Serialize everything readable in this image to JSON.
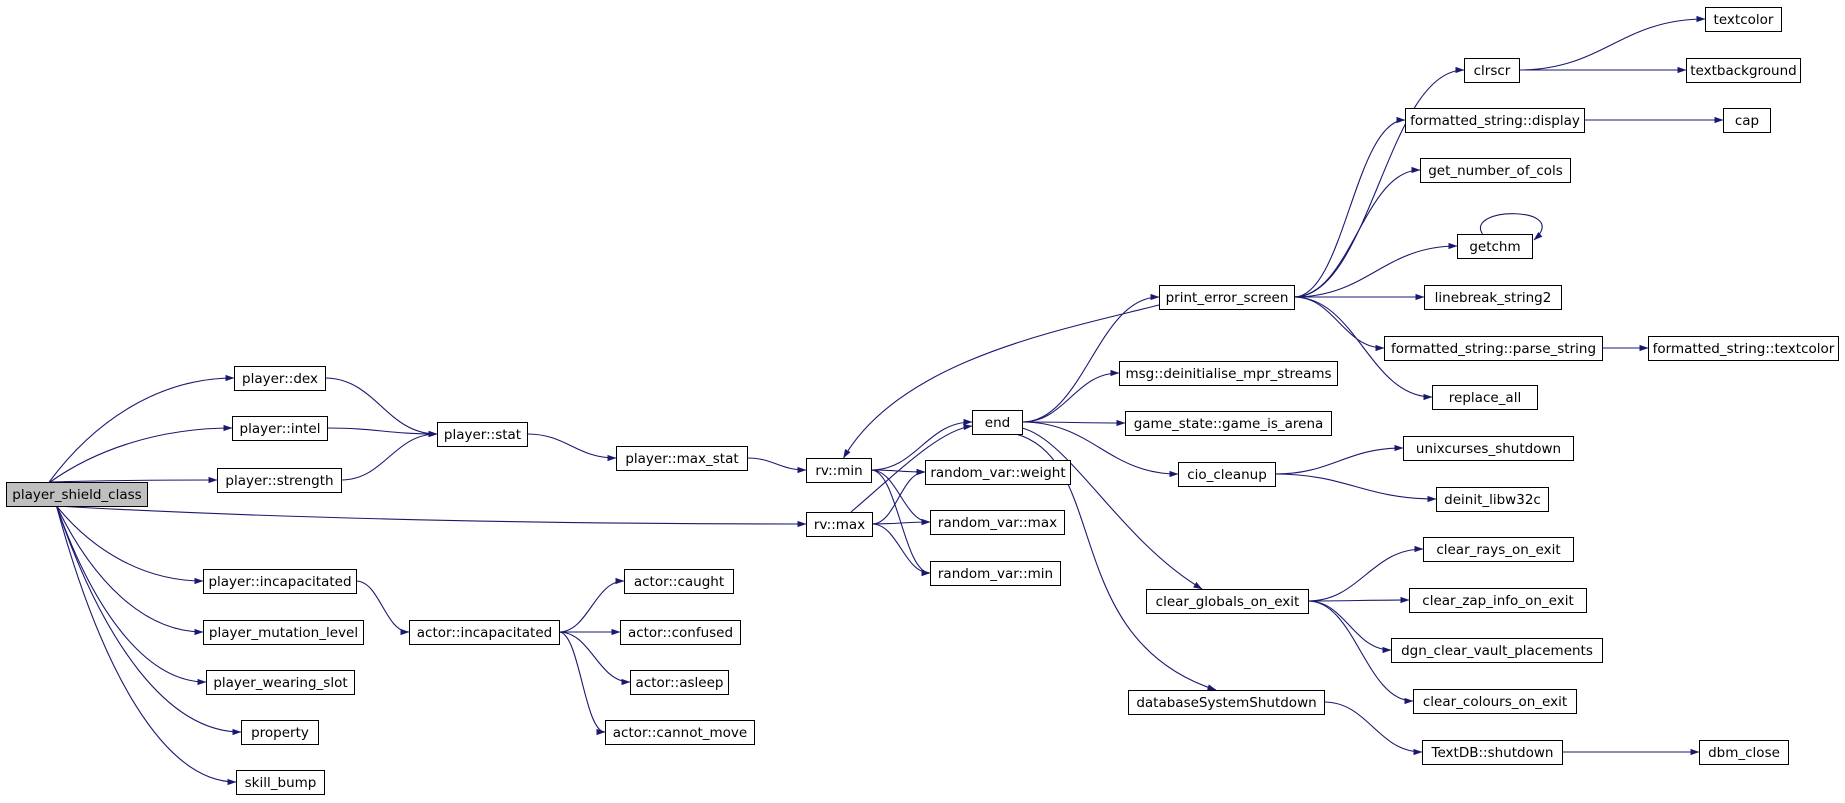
{
  "graph": {
    "colors": {
      "edge": "#191970",
      "node_fill": "#ffffff",
      "root_fill": "#bfbfbf",
      "node_stroke": "#000000"
    },
    "nodes": [
      {
        "id": "player_shield_class",
        "label": "player_shield_class",
        "root": true
      },
      {
        "id": "player_dex",
        "label": "player::dex"
      },
      {
        "id": "player_intel",
        "label": "player::intel"
      },
      {
        "id": "player_strength",
        "label": "player::strength"
      },
      {
        "id": "player_stat",
        "label": "player::stat"
      },
      {
        "id": "player_max_stat",
        "label": "player::max_stat"
      },
      {
        "id": "rv_min",
        "label": "rv::min"
      },
      {
        "id": "rv_max",
        "label": "rv::max"
      },
      {
        "id": "end",
        "label": "end"
      },
      {
        "id": "random_var_weight",
        "label": "random_var::weight"
      },
      {
        "id": "random_var_max",
        "label": "random_var::max"
      },
      {
        "id": "random_var_min",
        "label": "random_var::min"
      },
      {
        "id": "player_incapacitated",
        "label": "player::incapacitated"
      },
      {
        "id": "player_mutation_level",
        "label": "player_mutation_level"
      },
      {
        "id": "player_wearing_slot",
        "label": "player_wearing_slot"
      },
      {
        "id": "property",
        "label": "property"
      },
      {
        "id": "skill_bump",
        "label": "skill_bump"
      },
      {
        "id": "actor_incapacitated",
        "label": "actor::incapacitated"
      },
      {
        "id": "actor_caught",
        "label": "actor::caught"
      },
      {
        "id": "actor_confused",
        "label": "actor::confused"
      },
      {
        "id": "actor_asleep",
        "label": "actor::asleep"
      },
      {
        "id": "actor_cannot_move",
        "label": "actor::cannot_move"
      },
      {
        "id": "print_error_screen",
        "label": "print_error_screen"
      },
      {
        "id": "clrscr",
        "label": "clrscr"
      },
      {
        "id": "textcolor",
        "label": "textcolor"
      },
      {
        "id": "textbackground",
        "label": "textbackground"
      },
      {
        "id": "fs_display",
        "label": "formatted_string::display"
      },
      {
        "id": "cap",
        "label": "cap"
      },
      {
        "id": "get_number_of_cols",
        "label": "get_number_of_cols"
      },
      {
        "id": "getchm",
        "label": "getchm"
      },
      {
        "id": "linebreak_string2",
        "label": "linebreak_string2"
      },
      {
        "id": "fs_parse_string",
        "label": "formatted_string::parse_string"
      },
      {
        "id": "fs_textcolor",
        "label": "formatted_string::textcolor"
      },
      {
        "id": "replace_all",
        "label": "replace_all"
      },
      {
        "id": "msg_deinit",
        "label": "msg::deinitialise_mpr_streams"
      },
      {
        "id": "game_is_arena",
        "label": "game_state::game_is_arena"
      },
      {
        "id": "cio_cleanup",
        "label": "cio_cleanup"
      },
      {
        "id": "unixcurses_shutdown",
        "label": "unixcurses_shutdown"
      },
      {
        "id": "deinit_libw32c",
        "label": "deinit_libw32c"
      },
      {
        "id": "clear_globals_on_exit",
        "label": "clear_globals_on_exit"
      },
      {
        "id": "clear_rays_on_exit",
        "label": "clear_rays_on_exit"
      },
      {
        "id": "clear_zap_info_on_exit",
        "label": "clear_zap_info_on_exit"
      },
      {
        "id": "dgn_clear_vault_placements",
        "label": "dgn_clear_vault_placements"
      },
      {
        "id": "clear_colours_on_exit",
        "label": "clear_colours_on_exit"
      },
      {
        "id": "databaseSystemShutdown",
        "label": "databaseSystemShutdown"
      },
      {
        "id": "textdb_shutdown",
        "label": "TextDB::shutdown"
      },
      {
        "id": "dbm_close",
        "label": "dbm_close"
      }
    ],
    "edges": [
      [
        "player_shield_class",
        "player_dex"
      ],
      [
        "player_shield_class",
        "player_intel"
      ],
      [
        "player_shield_class",
        "player_strength"
      ],
      [
        "player_shield_class",
        "rv_max"
      ],
      [
        "player_shield_class",
        "player_incapacitated"
      ],
      [
        "player_shield_class",
        "player_mutation_level"
      ],
      [
        "player_shield_class",
        "player_wearing_slot"
      ],
      [
        "player_shield_class",
        "property"
      ],
      [
        "player_shield_class",
        "skill_bump"
      ],
      [
        "player_dex",
        "player_stat"
      ],
      [
        "player_intel",
        "player_stat"
      ],
      [
        "player_strength",
        "player_stat"
      ],
      [
        "player_stat",
        "player_max_stat"
      ],
      [
        "player_max_stat",
        "rv_min"
      ],
      [
        "rv_min",
        "end"
      ],
      [
        "rv_min",
        "random_var_weight"
      ],
      [
        "rv_min",
        "random_var_max"
      ],
      [
        "rv_min",
        "random_var_min"
      ],
      [
        "rv_max",
        "end"
      ],
      [
        "rv_max",
        "random_var_weight"
      ],
      [
        "rv_max",
        "random_var_max"
      ],
      [
        "rv_max",
        "random_var_min"
      ],
      [
        "player_incapacitated",
        "actor_incapacitated"
      ],
      [
        "actor_incapacitated",
        "actor_caught"
      ],
      [
        "actor_incapacitated",
        "actor_confused"
      ],
      [
        "actor_incapacitated",
        "actor_asleep"
      ],
      [
        "actor_incapacitated",
        "actor_cannot_move"
      ],
      [
        "end",
        "print_error_screen"
      ],
      [
        "end",
        "msg_deinit"
      ],
      [
        "end",
        "game_is_arena"
      ],
      [
        "end",
        "cio_cleanup"
      ],
      [
        "end",
        "clear_globals_on_exit"
      ],
      [
        "end",
        "databaseSystemShutdown"
      ],
      [
        "print_error_screen",
        "rv_min"
      ],
      [
        "print_error_screen",
        "clrscr"
      ],
      [
        "print_error_screen",
        "fs_display"
      ],
      [
        "print_error_screen",
        "get_number_of_cols"
      ],
      [
        "print_error_screen",
        "getchm"
      ],
      [
        "print_error_screen",
        "linebreak_string2"
      ],
      [
        "print_error_screen",
        "fs_parse_string"
      ],
      [
        "print_error_screen",
        "replace_all"
      ],
      [
        "clrscr",
        "textcolor"
      ],
      [
        "clrscr",
        "textbackground"
      ],
      [
        "fs_display",
        "cap"
      ],
      [
        "getchm",
        "getchm"
      ],
      [
        "fs_parse_string",
        "fs_textcolor"
      ],
      [
        "cio_cleanup",
        "unixcurses_shutdown"
      ],
      [
        "cio_cleanup",
        "deinit_libw32c"
      ],
      [
        "clear_globals_on_exit",
        "clear_rays_on_exit"
      ],
      [
        "clear_globals_on_exit",
        "clear_zap_info_on_exit"
      ],
      [
        "clear_globals_on_exit",
        "dgn_clear_vault_placements"
      ],
      [
        "clear_globals_on_exit",
        "clear_colours_on_exit"
      ],
      [
        "databaseSystemShutdown",
        "textdb_shutdown"
      ],
      [
        "textdb_shutdown",
        "dbm_close"
      ]
    ]
  }
}
